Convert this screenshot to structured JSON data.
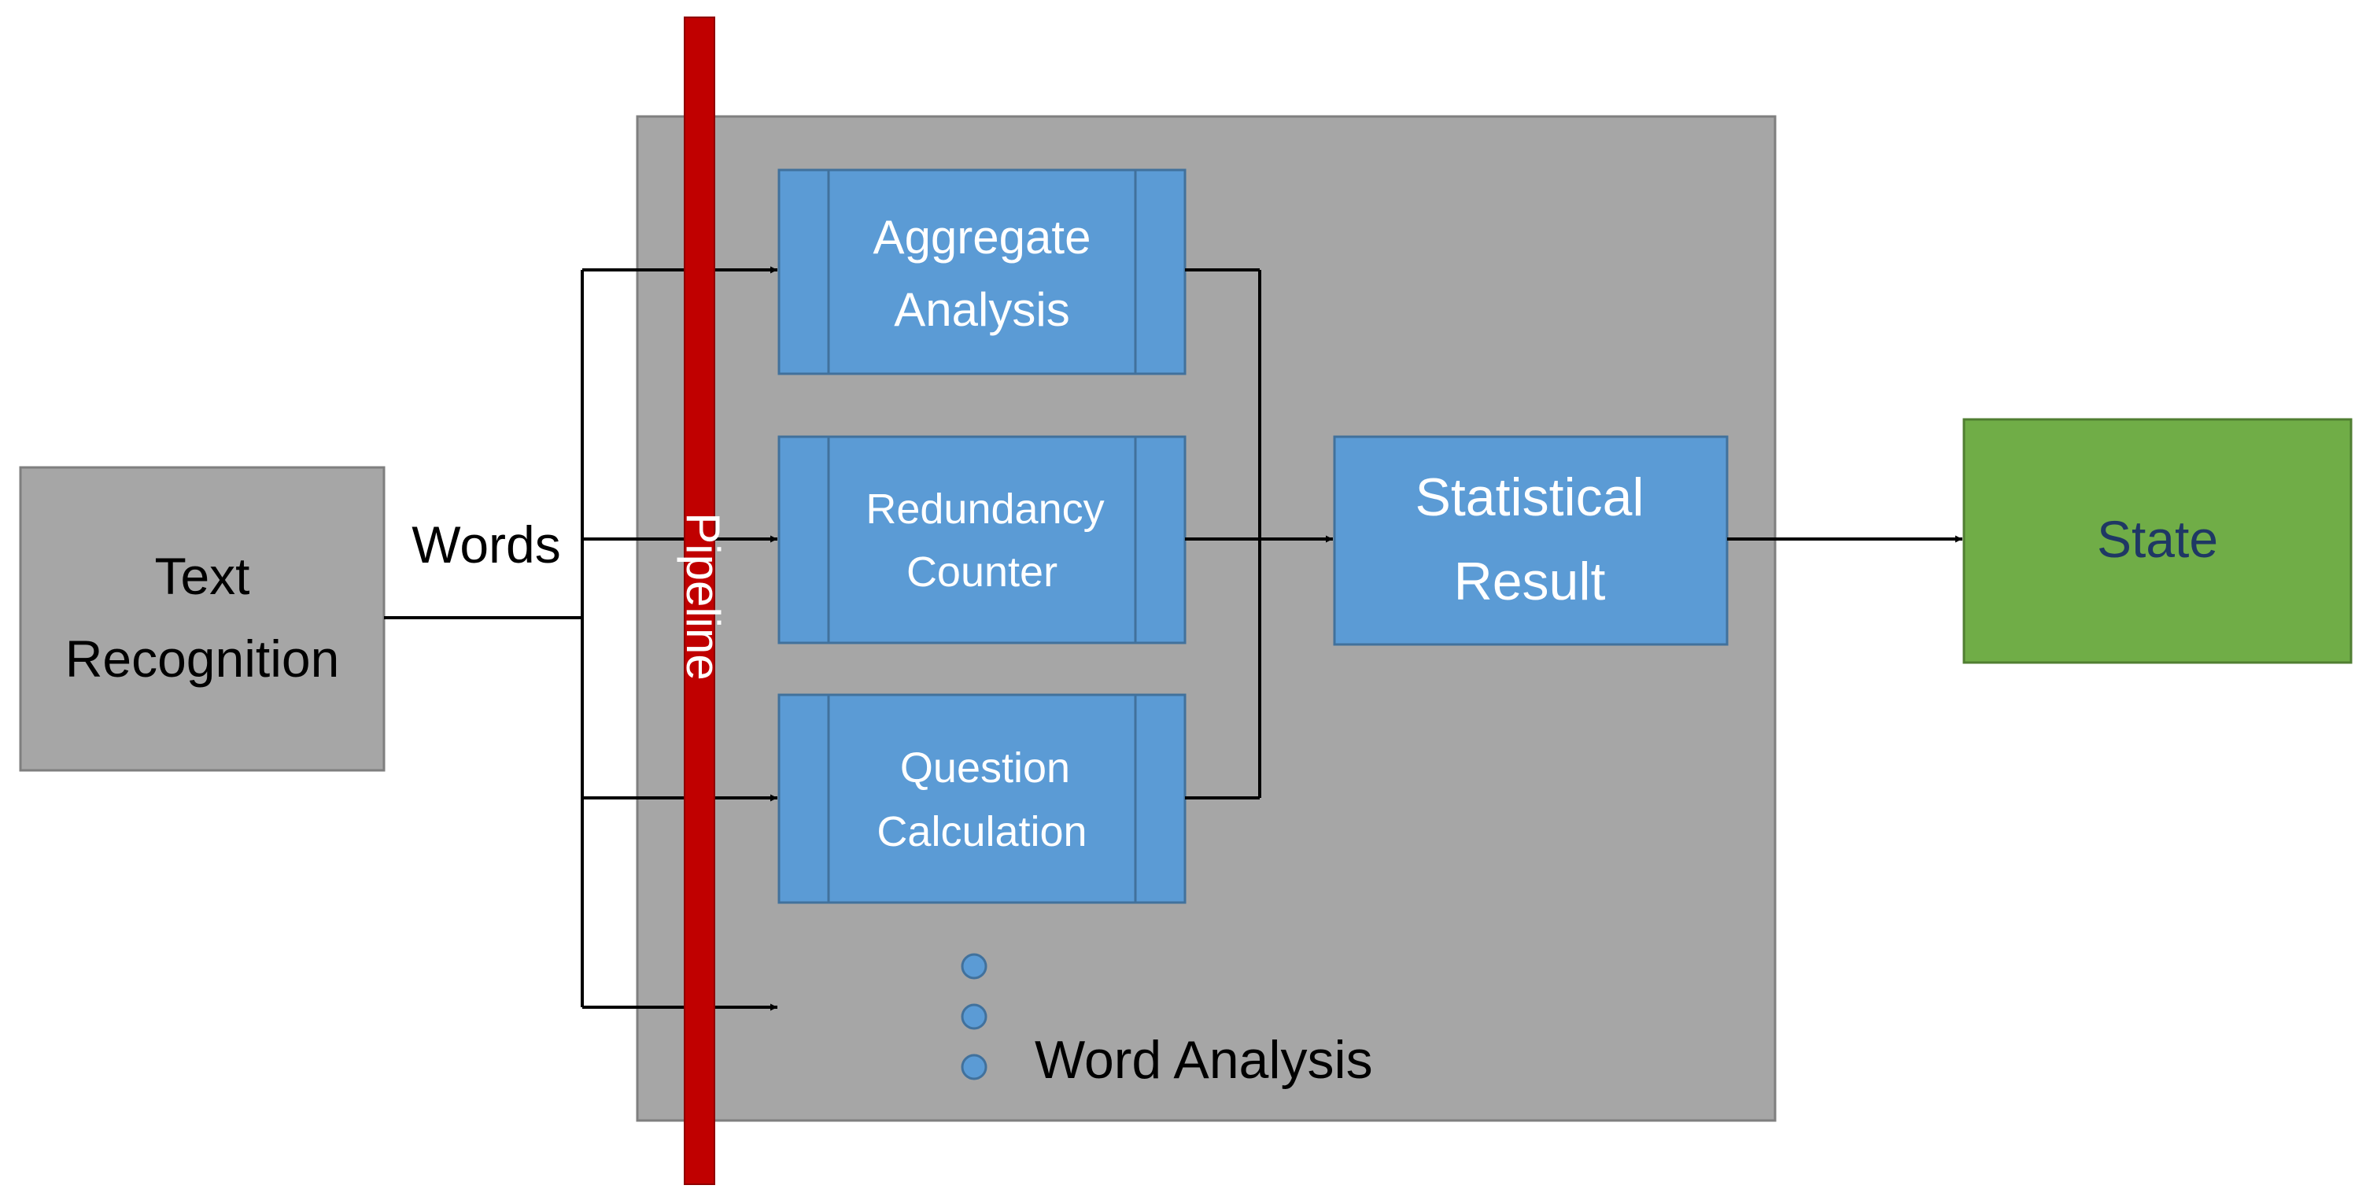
{
  "nodes": {
    "text_recognition": {
      "line1": "Text",
      "line2": "Recognition"
    },
    "aggregate": {
      "line1": "Aggregate",
      "line2": "Analysis"
    },
    "redundancy": {
      "line1": "Redundancy",
      "line2": "Counter"
    },
    "question": {
      "line1": "Question",
      "line2": "Calculation"
    },
    "statistical": {
      "line1": "Statistical",
      "line2": "Result"
    },
    "state": {
      "label": "State"
    }
  },
  "edges": {
    "words_label": "Words"
  },
  "pipeline": {
    "label": "Pipeline"
  },
  "word_analysis": {
    "label": "Word Analysis"
  },
  "colors": {
    "gray_box": "#a6a6a6",
    "gray_border": "#7f7f7f",
    "blue_box": "#5b9bd5",
    "blue_border": "#41719c",
    "green_box": "#70ad47",
    "green_border": "#507e32",
    "pipeline_red": "#c00000",
    "state_text": "#1f3864",
    "line": "#000000"
  }
}
